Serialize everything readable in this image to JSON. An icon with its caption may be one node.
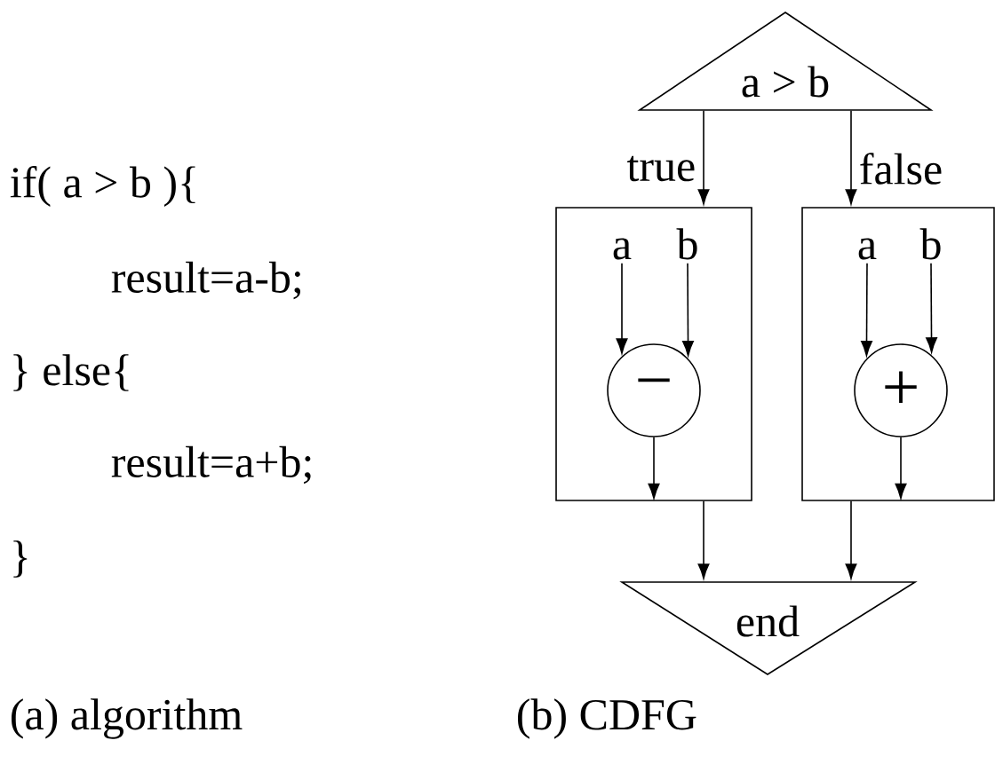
{
  "diagram": {
    "nodes": [
      {
        "text": [
          "a > b"
        ]
      },
      {
        "text": [],
        "shape": "box"
      },
      {
        "text": [
          "a"
        ],
        "in": 1
      },
      {
        "text": [
          "b"
        ],
        "in": 1
      },
      {
        "text": [
          "−"
        ],
        "in": 1
      },
      {
        "text": [],
        "shape": "box"
      },
      {
        "text": [
          "a"
        ],
        "in": 5
      },
      {
        "text": [
          "b"
        ],
        "in": 5
      },
      {
        "text": [
          "+"
        ],
        "in": 5
      },
      {
        "text": [
          "end"
        ]
      }
    ],
    "edges": [
      {
        "from": 0,
        "to": 1,
        "arrow": "to",
        "label": "true"
      },
      {
        "from": 0,
        "to": 5,
        "arrow": "to",
        "label": "false"
      },
      {
        "from": 2,
        "to": 4,
        "arrow": "to"
      },
      {
        "from": 3,
        "to": 4,
        "arrow": "to"
      },
      {
        "from": 4,
        "to": null,
        "arrow": "to"
      },
      {
        "from": 6,
        "to": 8,
        "arrow": "to"
      },
      {
        "from": 7,
        "to": 8,
        "arrow": "to"
      },
      {
        "from": 8,
        "to": null,
        "arrow": "to"
      },
      {
        "from": 1,
        "to": 9,
        "arrow": "to"
      },
      {
        "from": 5,
        "to": 9,
        "arrow": "to"
      }
    ],
    "labels": [
      "if( a > b ){",
      "result=a-b;",
      "} else{",
      "result=a+b;",
      "}",
      "(a) algorithm",
      "(b) CDFG"
    ]
  }
}
